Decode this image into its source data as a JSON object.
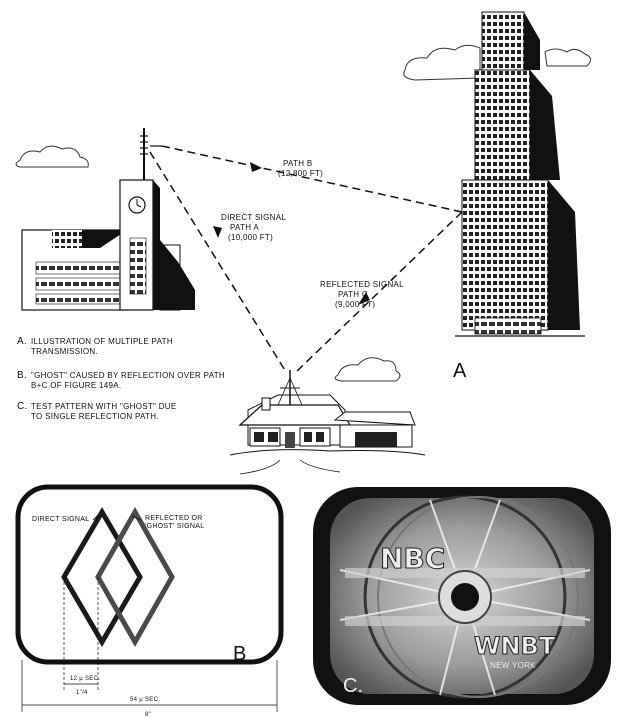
{
  "panel_a": {
    "path_b_label": "PATH B",
    "path_b_distance": "(12,800 FT)",
    "direct_signal_label": "DIRECT SIGNAL",
    "path_a_label": "PATH A",
    "path_a_distance": "(10,000 FT)",
    "reflected_signal_label": "REFLECTED SIGNAL",
    "path_c_label": "PATH C",
    "path_c_distance": "(9,000 FT)",
    "figure_letter": "A"
  },
  "captions": {
    "a_letter": "A.",
    "a_line1": "ILLUSTRATION OF MULTIPLE PATH",
    "a_line2": "TRANSMISSION.",
    "b_letter": "B.",
    "b_line1": "\"GHOST\" CAUSED BY REFLECTION OVER PATH",
    "b_line2": "B+C OF FIGURE 149A.",
    "c_letter": "C.",
    "c_line1": "TEST PATTERN WITH \"GHOST\" DUE",
    "c_line2": "TO SINGLE REFLECTION PATH."
  },
  "panel_b": {
    "direct_signal_label": "DIRECT SIGNAL",
    "reflected_line1": "REFLECTED OR",
    "reflected_line2": "'GHOST' SIGNAL",
    "dim_12": "12 μ SEC.",
    "dim_fraction": "1\"/4",
    "dim_54": "54 μ SEC.",
    "dim_width": "8\"",
    "figure_letter": "B",
    "colors": {
      "direct": "#1a1a1a",
      "ghost": "#4a4a4a"
    }
  },
  "panel_c": {
    "logo_top": "NBC",
    "logo_bottom": "WNBT",
    "logo_sub": "NEW YORK",
    "figure_letter": "C."
  }
}
